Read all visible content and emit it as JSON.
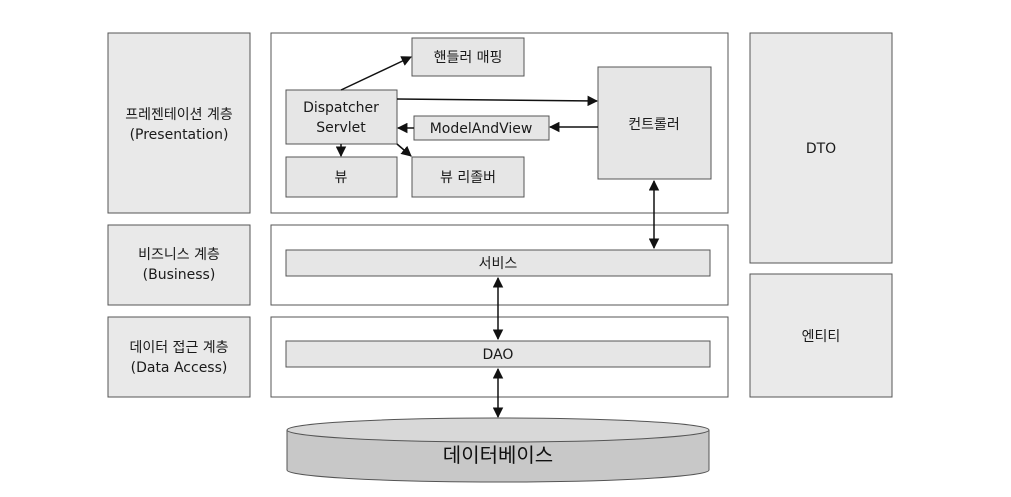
{
  "layers": {
    "presentation": {
      "line1": "프레젠테이션 계층",
      "line2": "(Presentation)"
    },
    "business": {
      "line1": "비즈니스 계층",
      "line2": "(Business)"
    },
    "data_access": {
      "line1": "데이터 접근 계층",
      "line2": "(Data Access)"
    }
  },
  "presentation": {
    "handler_mapping": "핸들러 매핑",
    "dispatcher_line1": "Dispatcher",
    "dispatcher_line2": "Servlet",
    "model_and_view": "ModelAndView",
    "controller": "컨트롤러",
    "view": "뷰",
    "view_resolver": "뷰 리졸버"
  },
  "business": {
    "service": "서비스"
  },
  "data_access": {
    "dao": "DAO"
  },
  "side": {
    "dto": "DTO",
    "entity": "엔티티"
  },
  "database": {
    "label": "데이터베이스"
  },
  "colors": {
    "box_fill": "#e6e6e6",
    "side_fill": "#eaeaea",
    "border": "#555555",
    "db_fill": "#c8c8c8"
  }
}
